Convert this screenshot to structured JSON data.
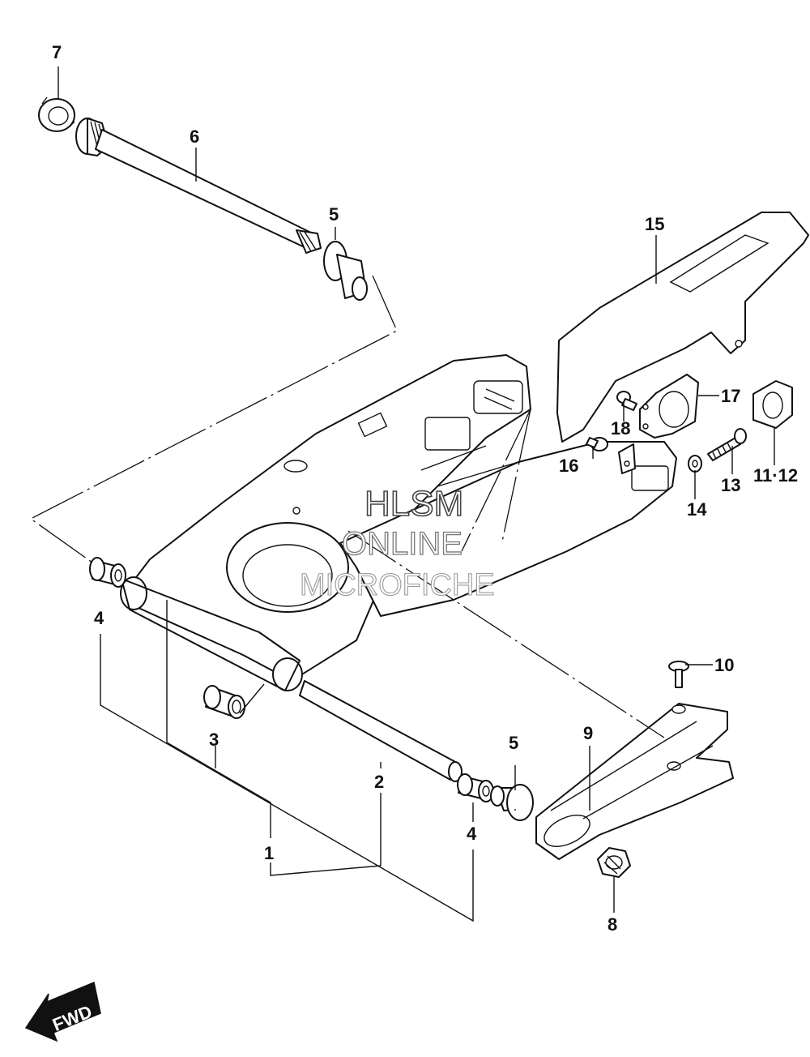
{
  "watermark": {
    "line1": "HLSM",
    "line2": "ONLINE",
    "line3": "MICROFICHE"
  },
  "callouts": {
    "p1": "1",
    "p2": "2",
    "p3": "3",
    "p4a": "4",
    "p4b": "4",
    "p5a": "5",
    "p5b": "5",
    "p6": "6",
    "p7": "7",
    "p8": "8",
    "p9": "9",
    "p10": "10",
    "p11_12": "11·12",
    "p13": "13",
    "p14": "14",
    "p15": "15",
    "p16": "16",
    "p17": "17",
    "p18": "18"
  },
  "direction_badge": {
    "label": "FWD"
  },
  "colors": {
    "line": "#111111",
    "background": "#ffffff"
  }
}
